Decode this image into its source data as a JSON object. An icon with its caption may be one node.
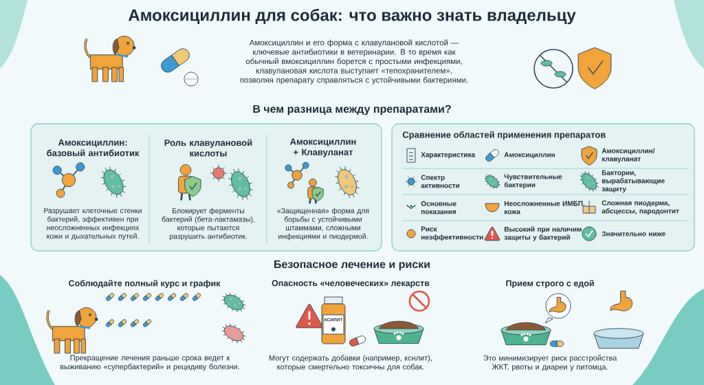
{
  "diagram": {
    "title": "Амоксициллин для собак: что важно знать владельцу",
    "nodes": [
      {
        "text": [],
        "shape": "box"
      },
      {
        "text": [
          "Амоксициллин: базовый антибиотик",
          "Разрушает клеточные стенки бактерий, эффективен при неосложненных инфекциях кожи и дыхательных путей."
        ],
        "in": 0
      },
      {
        "text": [
          "Роль клавулановой кислоты",
          "Блокирует ферменты бактерий (бета-лактамазы), которые пытаются разрушить антибиотик."
        ],
        "in": 0
      },
      {
        "text": [
          "Амоксициллин + Клавуланат",
          "«Защищенная» форма для борьбы с устойчивыми штаммами, сложными инфекциями и пиодермой."
        ],
        "in": 0
      },
      {
        "text": [
          "Сравнение областей применения препаратов"
        ]
      }
    ],
    "labels": [
      "Амоксициллин и его форма с клавулановой кислотой — ключевые антибиотики в ветеринарии. В то время как обычный вмоксициллин борется с простыми инфекциями, клавулановая кислота выступает «тепохранителем», позволяя препарату справляться с устойчивыми бактериями.",
      "В чем разница между препаратами?",
      "Характеристика",
      "Амоксициллин",
      "Амоксициллин/ клавуланат",
      "Спектр активности",
      "Чувствительные бактерии",
      "Бактории, вырабатывающие защиту",
      "Основные показания",
      "Неосложненные ИМБП, кожа",
      "Сложная пиодерма, абсцессы, пародонтит",
      "Риск неэффективности",
      "Высокий при наличим защиты у бактерий",
      "Значительно ниже",
      "Безопасное лечение и риски",
      "Соблюдайте полный курс и график",
      "Прекращение лечения раньше срока ведет к выживанию «супербактерий» и рецидиву болезни.",
      "Опасность «человеческих» лекарств",
      "КСИЛИТ",
      "Могут содержать добавки (например, кснлит), которые смертельно токсичны для собак.",
      "Прием строго с едой",
      "Это минимизирует риск расстройства ЖКТ, рвоты и диареи у питомца."
    ]
  }
}
